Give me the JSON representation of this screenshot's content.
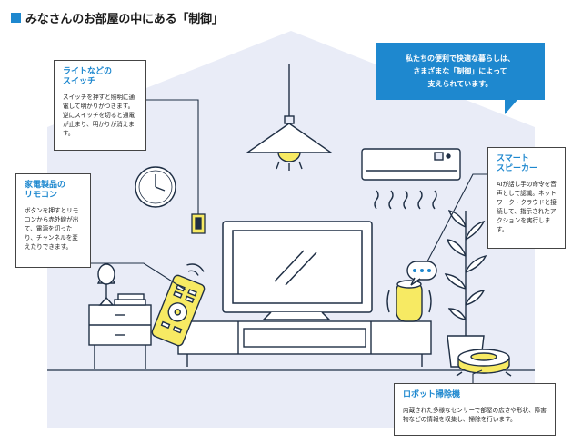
{
  "title": "みなさんのお部屋の中にある「制御」",
  "colors": {
    "accent": "#1e88cf",
    "house": "#e9ecf7",
    "line": "#1f2f45",
    "highlight": "#f7ea63"
  },
  "speech": {
    "lines": [
      "私たちの便利で快適な暮らしは、",
      "さまざまな「制御」によって",
      "支えられています。"
    ]
  },
  "callouts": {
    "light_switch": {
      "heading": "ライトなどの\nスイッチ",
      "body": "スイッチを押すと照明に通電して明かりがつきます。逆にスイッチを切ると通電が止まり、明かりが消えます。"
    },
    "remote": {
      "heading": "家電製品の\nリモコン",
      "body": "ボタンを押すとリモコンから赤外線が出て、電源を切ったり、チャンネルを変えたりできます。"
    },
    "speaker": {
      "heading": "スマート\nスピーカー",
      "body": "AIが話し手の命令を音声として認識。ネットワーク・クラウドと接続して、指示されたアクションを実行します。"
    },
    "robot": {
      "heading": "ロボット掃除機",
      "body": "内蔵された多様なセンサーで部屋の広さや形状、障害物などの情報を収集し、掃除を行います。"
    }
  },
  "icons": [
    "ceiling-lamp-icon",
    "clock-icon",
    "air-conditioner-icon",
    "wall-switch-icon",
    "television-icon",
    "tv-stand-icon",
    "side-table-icon",
    "table-lamp-icon",
    "remote-control-icon",
    "smart-speaker-icon",
    "plant-icon",
    "robot-vacuum-icon"
  ]
}
